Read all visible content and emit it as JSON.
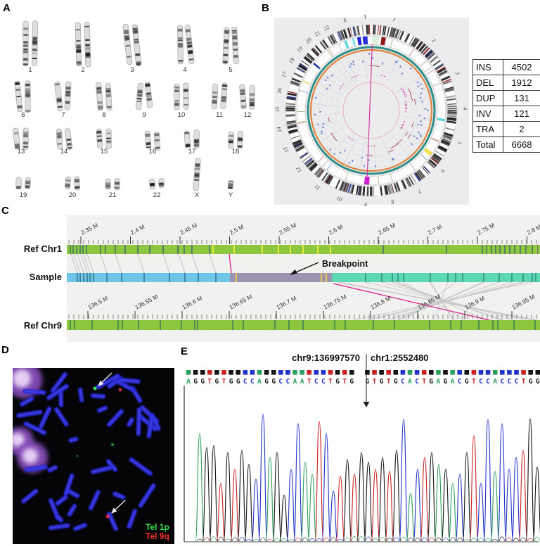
{
  "figure": {
    "panel_labels": {
      "a": "A",
      "b": "B",
      "c": "C",
      "d": "D",
      "e": "E"
    }
  },
  "panel_a": {
    "description": "G-banded karyotype",
    "rows": [
      [
        "1",
        "2",
        "3",
        "4",
        "5"
      ],
      [
        "6",
        "7",
        "8",
        "9",
        "10",
        "11",
        "12"
      ],
      [
        "13",
        "14",
        "15",
        "16",
        "17",
        "18"
      ],
      [
        "19",
        "20",
        "21",
        "22",
        "X",
        "Y"
      ]
    ]
  },
  "panel_b": {
    "chromosome_labels": [
      "1",
      "2",
      "3",
      "4",
      "5",
      "6",
      "7",
      "8",
      "9",
      "10",
      "11",
      "12",
      "13",
      "14",
      "15",
      "16",
      "17",
      "18",
      "19",
      "20",
      "21",
      "22",
      "X",
      "Y"
    ],
    "table": {
      "rows": [
        [
          "INS",
          "4502"
        ],
        [
          "DEL",
          "1912"
        ],
        [
          "DUP",
          "131"
        ],
        [
          "INV",
          "121"
        ],
        [
          "TRA",
          "2"
        ],
        [
          "Total",
          "6668"
        ]
      ]
    },
    "colors": {
      "teal_ring": "#2f8f88",
      "orange_ring": "#e0823c",
      "link_line": "#d13a9e"
    }
  },
  "panel_c": {
    "row_labels": [
      "Ref Chr1",
      "Sample",
      "Ref Chr9"
    ],
    "breakpoint_label": "Breakpoint",
    "chr1_ticks": [
      "2.35 M",
      "2.4 M",
      "2.45 M",
      "2.5 M",
      "2.55 M",
      "2.6 M",
      "2.65 M",
      "2.7 M",
      "2.75 M",
      "2.8 M"
    ],
    "chr9_ticks": [
      "136.5 M",
      "136.55 M",
      "136.6 M",
      "136.65 M",
      "136.7 M",
      "136.75 M",
      "136.8 M",
      "136.85 M",
      "136.9 M",
      "136.95 M"
    ],
    "colors": {
      "reference_bar": "#8dc63f",
      "sample_chr1": "#6ec6e6",
      "sample_insert": "#9c92b2",
      "sample_chr9": "#5cd9b4",
      "breakpoint_line": "#e0218a"
    }
  },
  "panel_d": {
    "legend": [
      {
        "label": "Tel 1p",
        "color": "#2ee04a"
      },
      {
        "label": "Tel 9q",
        "color": "#f03030"
      }
    ]
  },
  "panel_e": {
    "junction_labels": {
      "left": "chr9:136997570",
      "right": "chr1:2552480"
    },
    "sequence_left": "AGGTGTGGCCAGGCCAATCCTGTG",
    "sequence_right": "GTGTGCACTGAGACGTCCACCCTGG",
    "base_colors": {
      "A": "#2ca05a",
      "C": "#2233cc",
      "G": "#151515",
      "T": "#cc2222"
    },
    "peak_heights": [
      153,
      133,
      136,
      82,
      126,
      102,
      129,
      109,
      88,
      180,
      119,
      126,
      65,
      102,
      167,
      112,
      95,
      170,
      153,
      71,
      92,
      116,
      95,
      126,
      112,
      102,
      119,
      99,
      129,
      173,
      68,
      102,
      119,
      126,
      109,
      102,
      82,
      95,
      126,
      150,
      82,
      173,
      99,
      167,
      102,
      119,
      129,
      174,
      105
    ]
  }
}
